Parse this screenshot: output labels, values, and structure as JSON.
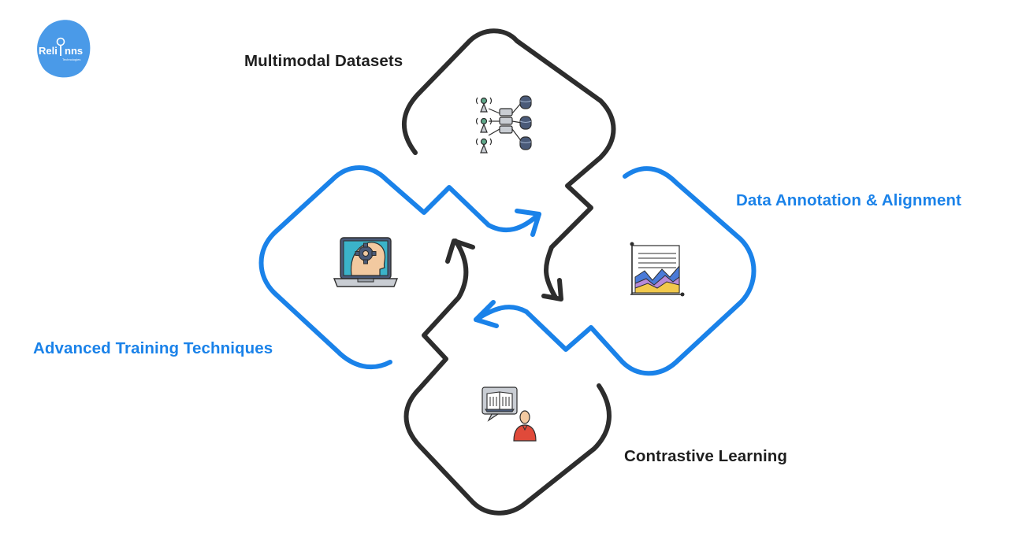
{
  "logo": {
    "text": "Reli",
    "text2": "nns",
    "subtext": "Technologies",
    "color": "#4a9ae8"
  },
  "steps": {
    "multimodal": {
      "label": "Multimodal Datasets",
      "icon": "sensor-server-database-icon",
      "color": "#1f1f1f"
    },
    "annotation": {
      "label": "Data Annotation & Alignment",
      "icon": "area-chart-icon",
      "color": "#1a82e9"
    },
    "contrastive": {
      "label": "Contrastive Learning",
      "icon": "reading-person-icon",
      "color": "#1f1f1f"
    },
    "training": {
      "label": "Advanced Training Techniques",
      "icon": "laptop-gear-head-icon",
      "color": "#1a82e9"
    }
  },
  "colors": {
    "dark_stroke": "#2d2d2d",
    "blue_stroke": "#1a82e9"
  }
}
